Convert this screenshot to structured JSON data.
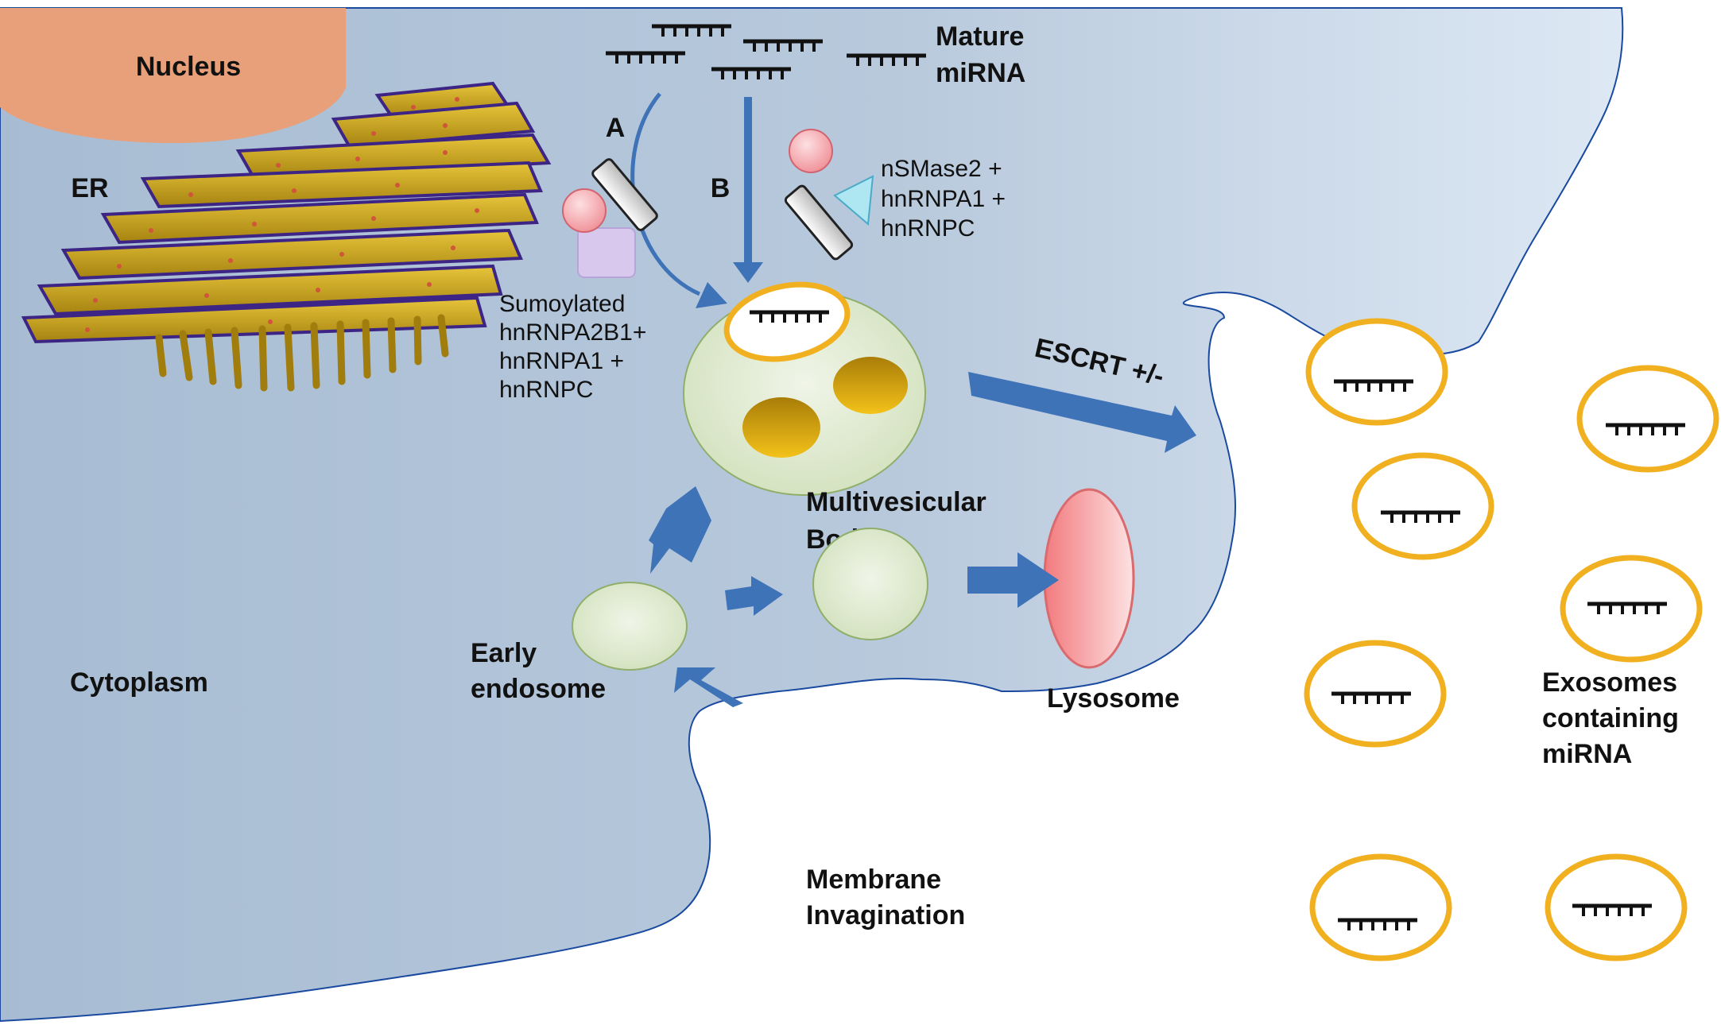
{
  "labels": {
    "nucleus": "Nucleus",
    "er": "ER",
    "mature_mirna_line1": "Mature",
    "mature_mirna_line2": "miRNA",
    "pathway_a": "A",
    "pathway_b": "B",
    "complex_a_line1": "Sumoylated",
    "complex_a_line2": "hnRNPA2B1+",
    "complex_a_line3": "hnRNPA1 +",
    "complex_a_line4": "hnRNPC",
    "complex_b_line1": "nSMase2 +",
    "complex_b_line2": "hnRNPA1 +",
    "complex_b_line3": "hnRNPC",
    "escrt": "ESCRT +/-",
    "mvb_line1": "Multivesicular",
    "mvb_line2": "Bodies",
    "early_endosome_line1": "Early",
    "early_endosome_line2": "endosome",
    "lysosome": "Lysosome",
    "cytoplasm": "Cytoplasm",
    "membrane_line1": "Membrane",
    "membrane_line2": "Invagination",
    "exosomes_line1": "Exosomes",
    "exosomes_line2": "containing",
    "exosomes_line3": "miRNA"
  },
  "colors": {
    "cytoplasm_left": "#a9bdd3",
    "cytoplasm_right": "#dce7f3",
    "nucleus": "#e8a27c",
    "er": "#c9a515",
    "er_edge": "#4a2a8a",
    "arrow": "#3f73b8",
    "mvb": "#dfead0",
    "endosome": "#e3ecd6",
    "lysosome": "#f48b8b",
    "exosome_ring": "#f0b020",
    "protein_pink": "#f5a3a8",
    "protein_lilac": "#d8c8ec",
    "protein_cyan": "#aee6f2",
    "protein_grey": "#d4d4d4"
  },
  "icons": {
    "mirna": "mirna-comb-icon",
    "protein_circle": "protein-circle-icon",
    "protein_square": "protein-square-icon",
    "protein_triangle": "protein-triangle-icon",
    "protein_rod": "protein-rod-icon"
  }
}
